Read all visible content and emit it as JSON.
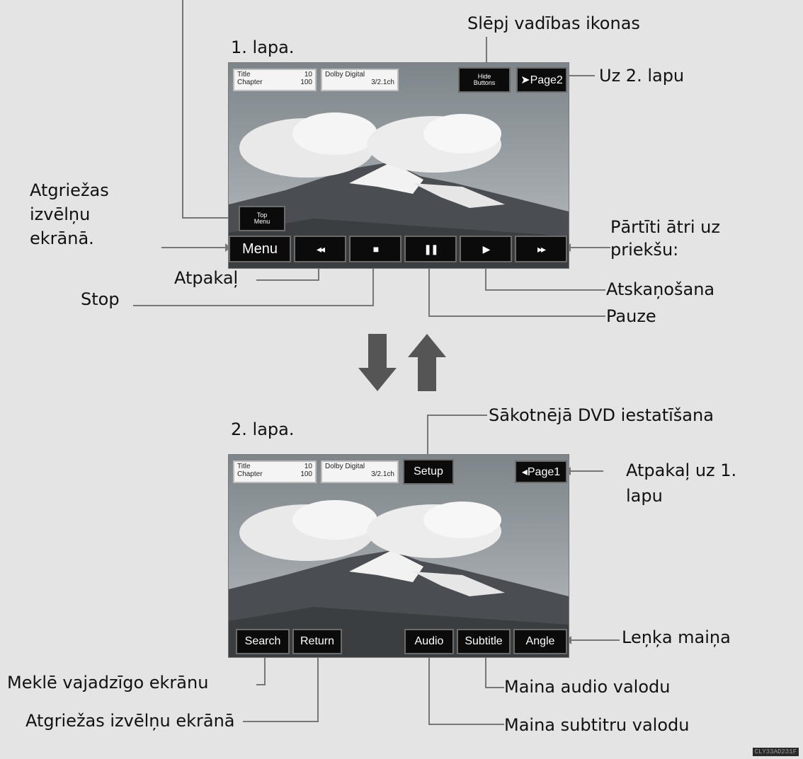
{
  "page1": {
    "caption": "1. lapa.",
    "info_title_label": "Title",
    "info_title_value": "10",
    "info_chapter_label": "Chapter",
    "info_chapter_value": "100",
    "audio_format_line1": "Dolby Digital",
    "audio_format_line2": "3/2.1ch",
    "hide_buttons_line1": "Hide",
    "hide_buttons_line2": "Buttons",
    "page2_button": "➤Page2",
    "top_menu_line1": "Top",
    "top_menu_line2": "Menu",
    "menu_button": "Menu",
    "rewind_icon": "◂◂",
    "stop_icon": "■",
    "pause_icon": "❚❚",
    "play_icon": "▶",
    "fast_forward_icon": "▸▸"
  },
  "page2": {
    "caption": "2. lapa.",
    "info_title_label": "Title",
    "info_title_value": "10",
    "info_chapter_label": "Chapter",
    "info_chapter_value": "100",
    "audio_format_line1": "Dolby Digital",
    "audio_format_line2": "3/2.1ch",
    "setup_button": "Setup",
    "page1_button": "◂Page1",
    "search_button": "Search",
    "return_button": "Return",
    "audio_button": "Audio",
    "subtitle_button": "Subtitle",
    "angle_button": "Angle"
  },
  "callouts": {
    "hide_controls": "Slēpj vadības ikonas",
    "to_page2": "Uz 2. lapu",
    "returns_menu_line1": "Atgriežas",
    "returns_menu_line2": "izvēlņu",
    "returns_menu_line3": "ekrānā.",
    "fast_forward_line1": "Pārtīti ātri uz",
    "fast_forward_line2": "priekšu:",
    "rewind": "Atpakaļ",
    "stop": "Stop",
    "playback": "Atskaņošana",
    "pause": "Pauze",
    "initial_dvd_setup": "Sākotnējā DVD iestatīšana",
    "back_to_page1_line1": "Atpakaļ uz 1.",
    "back_to_page1_line2": "lapu",
    "angle_change": "Leņķa maiņa",
    "search_screen": "Meklē vajadzīgo ekrānu",
    "change_audio_language": "Maina audio valodu",
    "returns_menu_screen": "Atgriežas izvēlņu ekrānā",
    "change_subtitle_language": "Maina subtitru valodu"
  },
  "image_code": "CLY33AD231F",
  "colors": {
    "background": "#e4e4e4",
    "button": "#0b0b0b",
    "arrow": "#555555"
  }
}
